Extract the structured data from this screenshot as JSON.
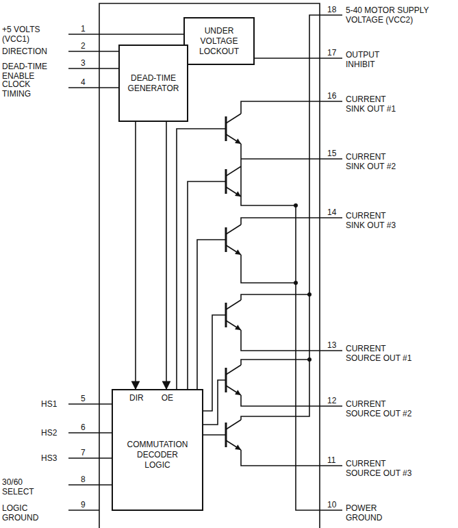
{
  "diagram": {
    "nodes": [
      {
        "text": [
          "UNDER VOLTAGE LOCKOUT"
        ]
      },
      {
        "text": [
          "DEAD-TIME GENERATOR"
        ]
      },
      {
        "text": [
          "DIR",
          "OE",
          "COMMUTATION DECODER LOGIC"
        ]
      }
    ],
    "edges": [
      {
        "from": 1,
        "to": 2,
        "arrow": "to"
      },
      {
        "from": 1,
        "to": 2,
        "arrow": "to"
      }
    ],
    "labels": [
      "1",
      "+5 VOLTS (VCC1)",
      "2",
      "DIRECTION",
      "3",
      "DEAD-TIME ENABLE",
      "4",
      "CLOCK TIMING",
      "5",
      "HS1",
      "6",
      "HS2",
      "7",
      "HS3",
      "8",
      "30/60 SELECT",
      "9",
      "LOGIC GROUND",
      "18",
      "5-40 MOTOR SUPPLY VOLTAGE (VCC2)",
      "17",
      "OUTPUT INHIBIT",
      "16",
      "CURRENT SINK OUT #1",
      "15",
      "CURRENT SINK OUT #2",
      "14",
      "CURRENT SINK OUT #3",
      "13",
      "CURRENT SOURCE OUT #1",
      "12",
      "CURRENT SOURCE OUT #2",
      "11",
      "CURRENT SOURCE OUT #3",
      "10",
      "POWER GROUND"
    ]
  }
}
